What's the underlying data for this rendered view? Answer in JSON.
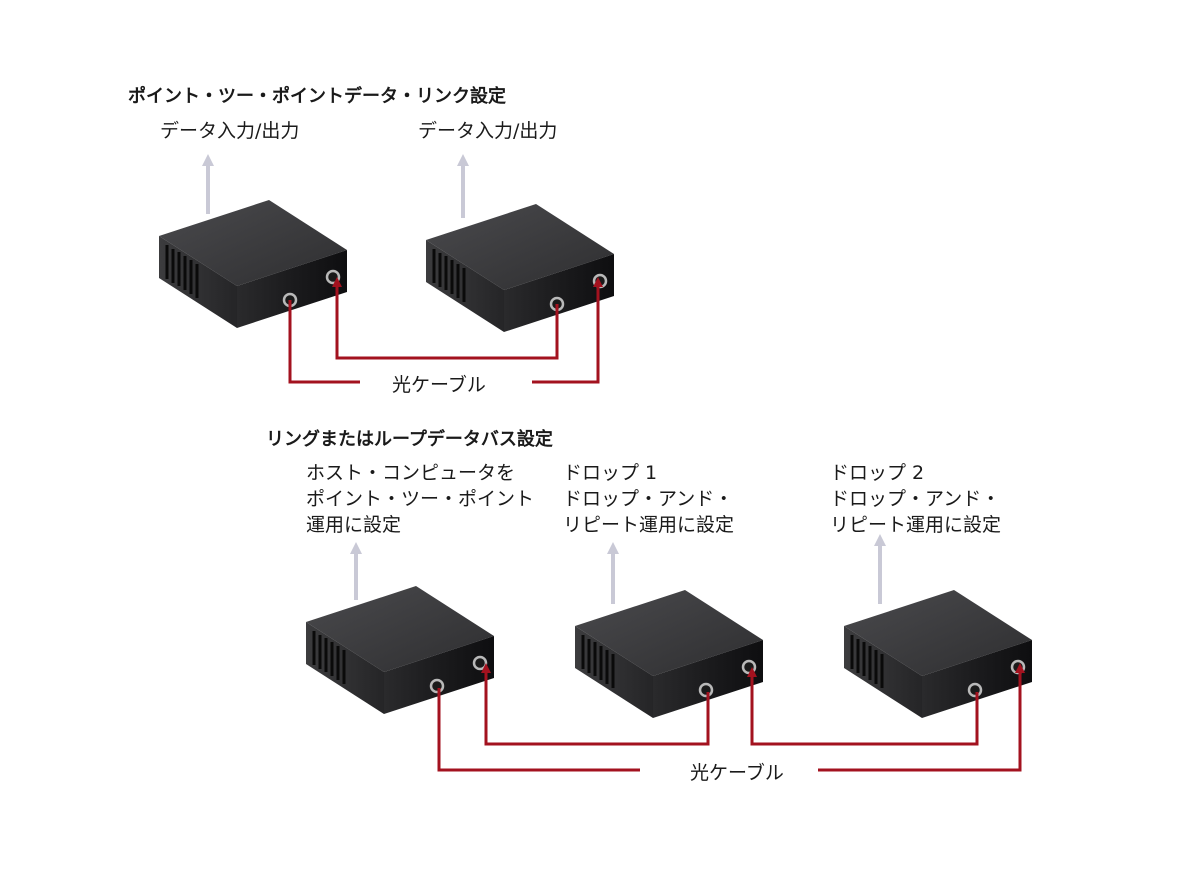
{
  "point_to_point": {
    "heading": "ポイント・ツー・ポイントデータ・リンク設定",
    "device_labels": [
      "データ入力/出力",
      "データ入力/出力"
    ],
    "cable_label": "光ケーブル"
  },
  "ring": {
    "heading": "リングまたはループデータバス設定",
    "device_labels": [
      [
        "ホスト・コンピュータを",
        "ポイント・ツー・ポイント",
        "運用に設定"
      ],
      [
        "ドロップ 1",
        "ドロップ・アンド・",
        "リピート運用に設定"
      ],
      [
        "ドロップ 2",
        "ドロップ・アンド・",
        "リピート運用に設定"
      ]
    ],
    "cable_label": "光ケーブル"
  },
  "colors": {
    "cable": "#a3121f",
    "data_arrow": "#c9c9d6",
    "device_top": "#3a3a3c",
    "device_front": "#1c1c1e"
  }
}
